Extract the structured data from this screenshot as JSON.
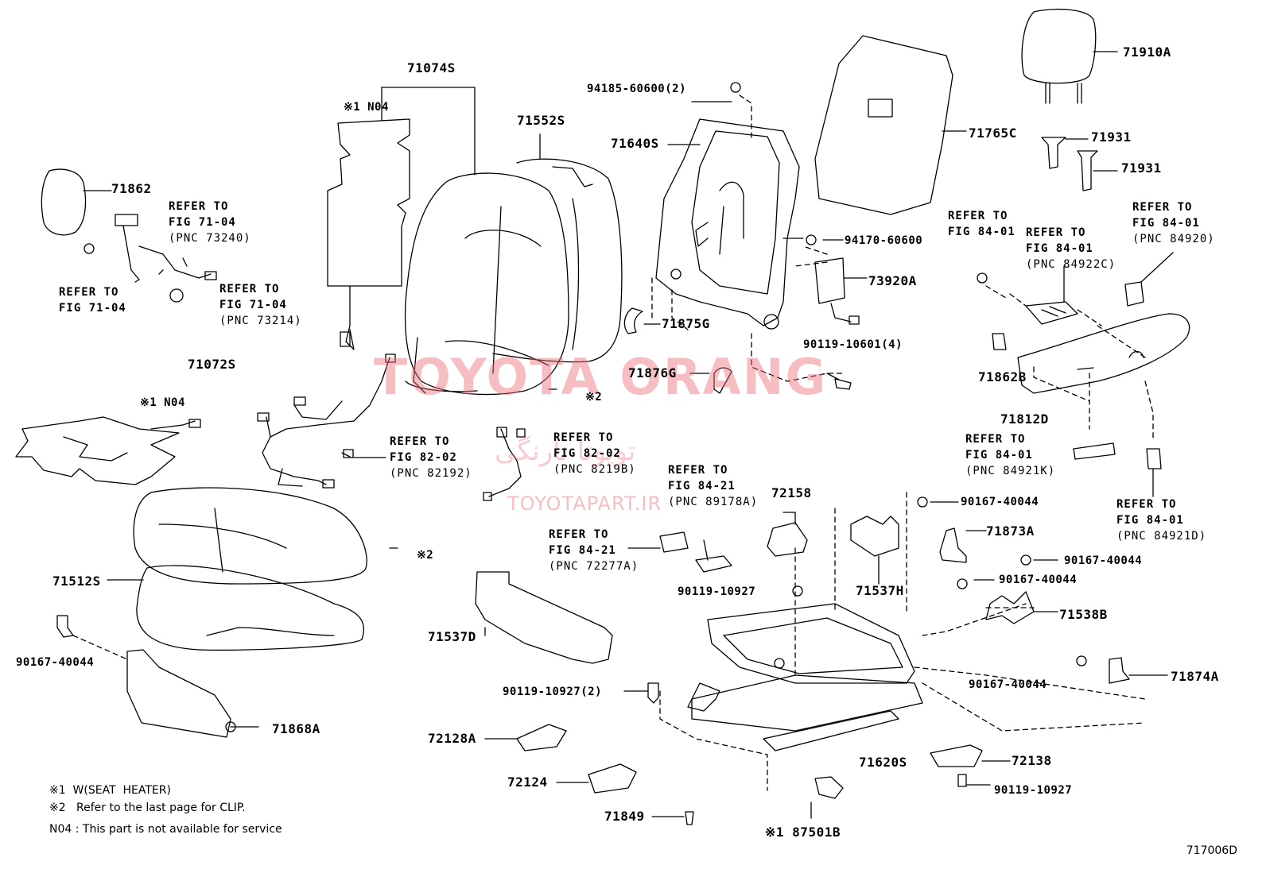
{
  "labels": {
    "p71074S": "71074S",
    "p71552S": "71552S",
    "n04_top": "※1 N04",
    "p71862": "71862",
    "p71640S": "71640S",
    "b94185": "94185-60600(2)",
    "p71765C": "71765C",
    "p71910A": "71910A",
    "p71931a": "71931",
    "p71931b": "71931",
    "b94170": "94170-60600",
    "p73920A": "73920A",
    "p71875G": "71875G",
    "b90119_10601": "90119-10601(4)",
    "p71876G": "71876G",
    "clip2a": "※2",
    "p71072S": "71072S",
    "n04_mid": "※1 N04",
    "p71862B": "71862B",
    "p71812D": "71812D",
    "p71512S": "71512S",
    "clip2b": "※2",
    "b90167_left": "90167-40044",
    "p71868A": "71868A",
    "p72158": "72158",
    "b90167_a": "90167-40044",
    "p71873A": "71873A",
    "p71537H": "71537H",
    "b90167_b": "90167-40044",
    "b90167_c": "90167-40044",
    "p71538B": "71538B",
    "b90119_10927_a": "90119-10927",
    "p71537D": "71537D",
    "b90167_d": "90167-40044",
    "p71874A": "71874A",
    "b90119_10927_2": "90119-10927(2)",
    "p72128A": "72128A",
    "p71620S": "71620S",
    "p72138": "72138",
    "p72124": "72124",
    "b90119_10927_b": "90119-10927",
    "p71849": "71849",
    "p87501B": "※1 87501B"
  },
  "refs": [
    {
      "id": "r1",
      "line1": "REFER TO",
      "line2": "FIG 71-04",
      "pnc": "(PNC 73240)"
    },
    {
      "id": "r2",
      "line1": "REFER TO",
      "line2": "FIG 71-04",
      "pnc": ""
    },
    {
      "id": "r3",
      "line1": "REFER TO",
      "line2": "FIG 71-04",
      "pnc": "(PNC 73214)"
    },
    {
      "id": "r4",
      "line1": "REFER TO",
      "line2": "FIG 84-01",
      "pnc": ""
    },
    {
      "id": "r5",
      "line1": "REFER TO",
      "line2": "FIG 84-01",
      "pnc": "(PNC 84922C)"
    },
    {
      "id": "r6",
      "line1": "REFER TO",
      "line2": "FIG 84-01",
      "pnc": "(PNC 84920)"
    },
    {
      "id": "r7",
      "line1": "REFER TO",
      "line2": "FIG 82-02",
      "pnc": "(PNC 82192)"
    },
    {
      "id": "r8",
      "line1": "REFER TO",
      "line2": "FIG 82-02",
      "pnc": "(PNC 8219B)"
    },
    {
      "id": "r9",
      "line1": "REFER TO",
      "line2": "FIG 84-21",
      "pnc": "(PNC 89178A)"
    },
    {
      "id": "r10",
      "line1": "REFER TO",
      "line2": "FIG 84-01",
      "pnc": "(PNC 84921K)"
    },
    {
      "id": "r11",
      "line1": "REFER TO",
      "line2": "FIG 84-21",
      "pnc": "(PNC 72277A)"
    },
    {
      "id": "r12",
      "line1": "REFER TO",
      "line2": "FIG 84-01",
      "pnc": "(PNC 84921D)"
    }
  ],
  "notes": {
    "n1": "※1  W(SEAT  HEATER)",
    "n2": "※2   Refer to the last page for CLIP.",
    "n3": "N04 : This part is not available for service"
  },
  "figure_code": "717006D",
  "watermark": {
    "main": "TOYOTA ORANG",
    "farsi": "تویوتا نارنگی",
    "site": "TOYOTAPART.IR",
    "color": "#eb6e78"
  }
}
